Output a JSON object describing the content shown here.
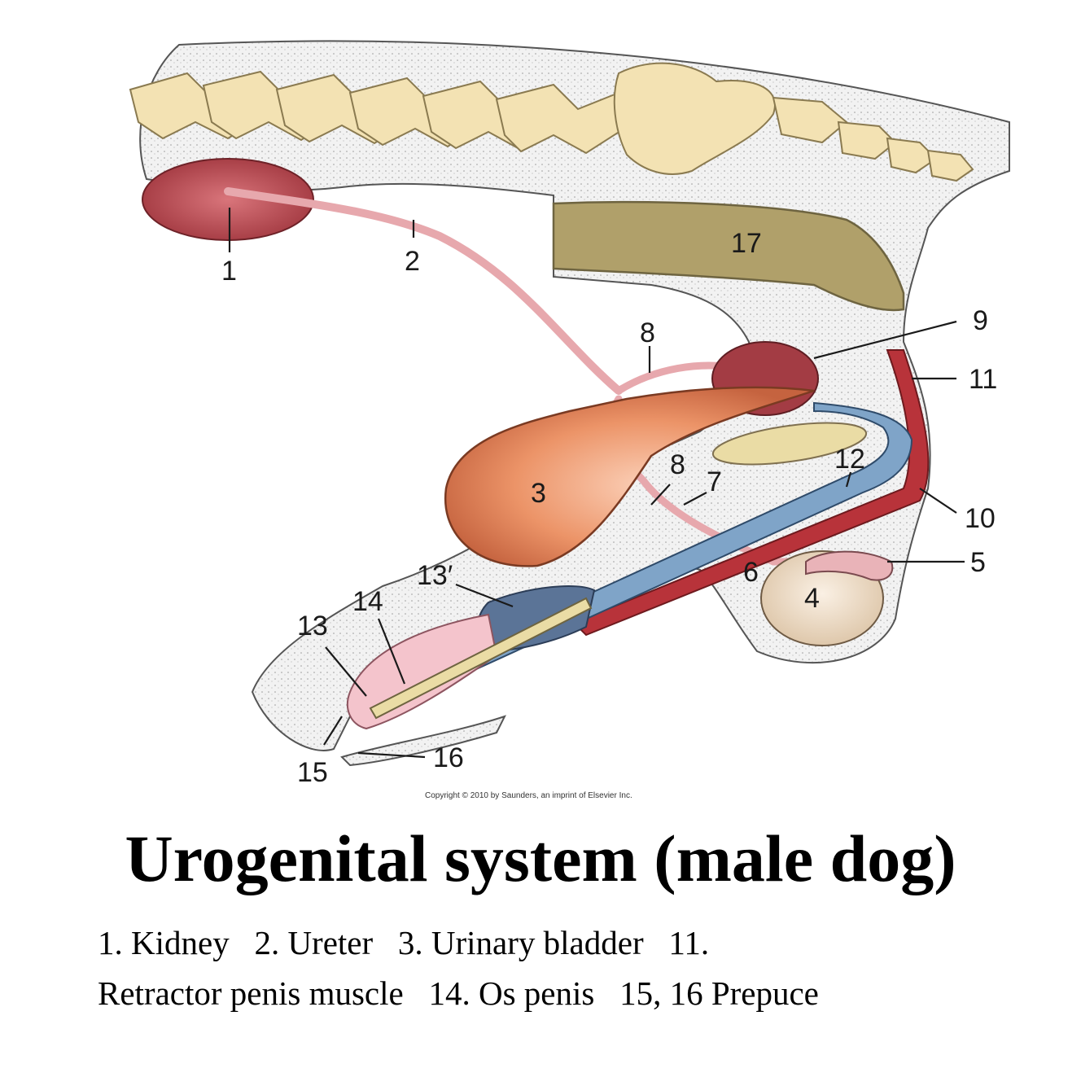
{
  "figure": {
    "callouts": [
      "1",
      "2",
      "3",
      "4",
      "5",
      "6",
      "7",
      "8",
      "8",
      "9",
      "10",
      "11",
      "12",
      "13",
      "13′",
      "14",
      "15",
      "16",
      "17"
    ],
    "copyright": "Copyright © 2010 by Saunders, an imprint of Elsevier Inc."
  },
  "title": "Urogenital system (male dog)",
  "legend": {
    "line1": "1. Kidney   2. Ureter   3. Urinary bladder   11.",
    "line2": "Retractor penis muscle   14. Os penis   15, 16 Prepuce"
  },
  "colors": {
    "bone": "#f3e2b3",
    "kidney": "#b9474e",
    "bladder": "#e8875e",
    "rectum": "#b0a06a",
    "urethra_blue": "#7fa4c8",
    "muscle_red": "#b8333a",
    "glans_pink": "#f4c4cc",
    "testis": "#eddcc4",
    "tissue_stipple": "#e9e9e9"
  }
}
